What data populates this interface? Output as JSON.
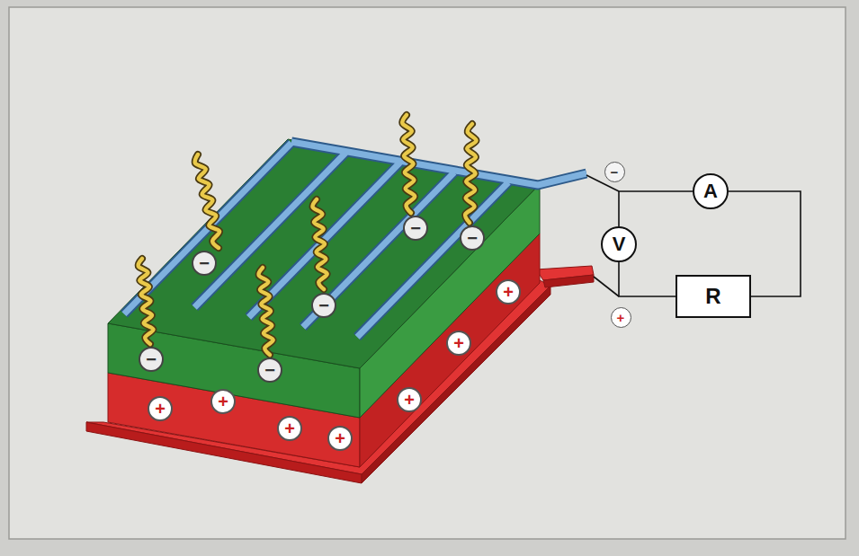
{
  "diagram": {
    "nodes": [
      {
        "text": [
          "−"
        ]
      },
      {
        "text": [
          "−"
        ]
      },
      {
        "text": [
          "−"
        ]
      },
      {
        "text": [
          "−"
        ]
      },
      {
        "text": [
          "−"
        ]
      },
      {
        "text": [
          "−"
        ]
      },
      {
        "text": [
          "−"
        ]
      },
      {
        "text": [
          "A"
        ]
      },
      {
        "text": [
          "V"
        ]
      },
      {
        "text": [
          "+"
        ]
      },
      {
        "text": [
          "+"
        ]
      },
      {
        "text": [
          "+"
        ]
      },
      {
        "text": [
          "+"
        ]
      },
      {
        "text": [
          "+"
        ]
      },
      {
        "text": [
          "+"
        ]
      },
      {
        "text": [
          "+"
        ]
      },
      {
        "text": [
          "+"
        ]
      },
      {
        "text": [
          "R"
        ]
      }
    ],
    "edges": [
      {
        "from": 8,
        "to": 7,
        "arrow": "none"
      },
      {
        "from": 8,
        "to": 17,
        "arrow": "none"
      },
      {
        "from": 7,
        "to": 17,
        "arrow": "none"
      }
    ]
  }
}
